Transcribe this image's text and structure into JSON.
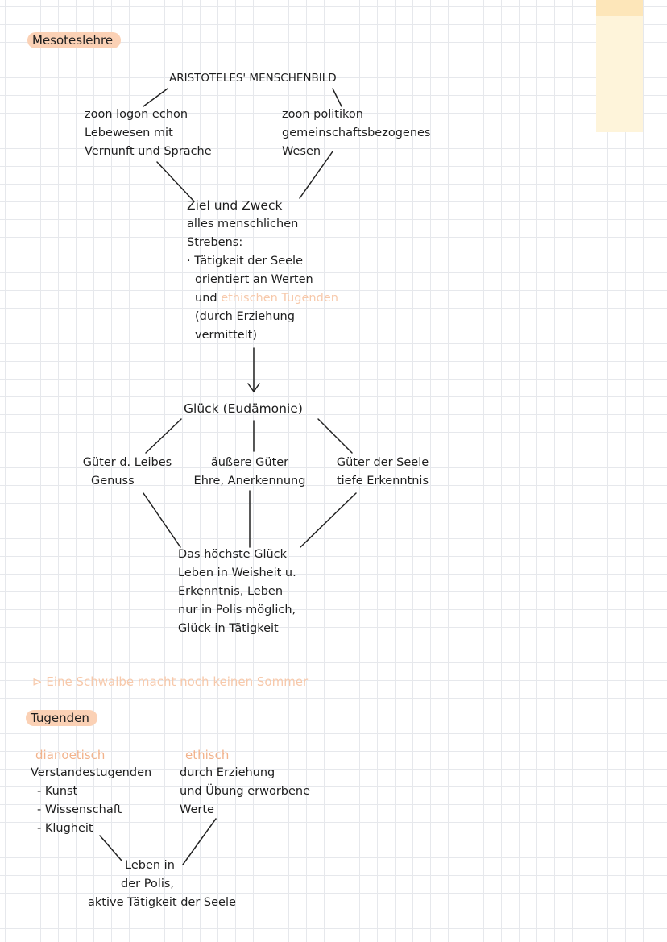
{
  "colors": {
    "accent_highlight": "#fbd1b5",
    "accent_text": "#f2b38c",
    "sticky_note": "#fef4da"
  },
  "headings": {
    "mesoteslehre": "Mesoteslehre",
    "tugenden": "Tugenden"
  },
  "diagram": {
    "title": "ARISTOTELES' MENSCHENBILD",
    "zoon_logon": [
      "zoon logon echon",
      "Lebewesen mit",
      "Vernunft und Sprache"
    ],
    "zoon_politikon": [
      "zoon politikon",
      "gemeinschaftsbezogenes",
      "Wesen"
    ],
    "ziel_lines": [
      "Ziel und Zweck",
      "alles menschlichen",
      "Strebens:",
      "· Tätigkeit der Seele",
      "orientiert an Werten"
    ],
    "ziel_und": "und",
    "ziel_tugenden": "ethischen Tugenden",
    "ziel_rest": [
      "(durch Erziehung",
      "vermittelt)"
    ],
    "glueck": "Glück (Eudämonie)",
    "gueter_leibes": [
      "Güter d. Leibes",
      "Genuss"
    ],
    "aeussere_gueter": [
      "äußere Güter",
      "Ehre, Anerkennung"
    ],
    "gueter_seele": [
      "Güter der Seele",
      "tiefe Erkenntnis"
    ],
    "hoechstes": [
      "Das höchste Glück",
      "Leben in Weisheit u.",
      "Erkenntnis, Leben",
      "nur in Polis möglich,",
      "Glück in Tätigkeit"
    ]
  },
  "saying": "Eine Schwalbe macht noch keinen Sommer",
  "tugenden": {
    "dianoetisch_label": "dianoetisch",
    "dianoetisch_lines": [
      "Verstandestugenden",
      "- Kunst",
      "- Wissenschaft",
      "- Klugheit"
    ],
    "ethisch_label": "ethisch",
    "ethisch_lines": [
      "durch Erziehung",
      "und Übung erworbene",
      "Werte"
    ],
    "polis_lines": [
      "Leben in",
      "der Polis,",
      "aktive Tätigkeit der Seele"
    ]
  }
}
